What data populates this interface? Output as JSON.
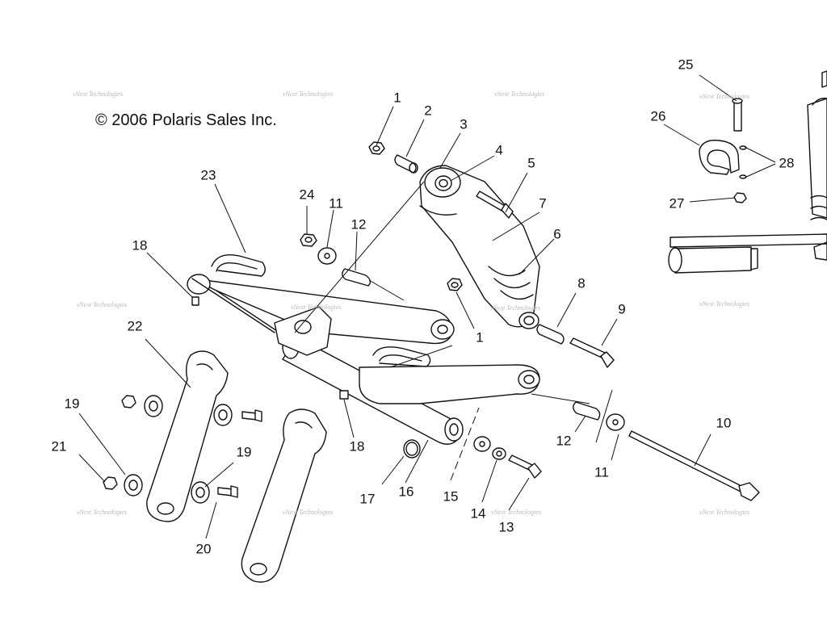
{
  "copyright": "© 2006 Polaris Sales Inc.",
  "watermark": "vNext Technologies",
  "callouts": [
    "1",
    "2",
    "3",
    "4",
    "5",
    "7",
    "6",
    "25",
    "26",
    "28",
    "27",
    "24",
    "11",
    "12",
    "23",
    "18",
    "1",
    "8",
    "9",
    "22",
    "19",
    "21",
    "19",
    "20",
    "18",
    "17",
    "16",
    "15",
    "14",
    "13",
    "12",
    "11",
    "10"
  ],
  "colors": {
    "line": "#111111",
    "watermark": "#b8b8b8",
    "background": "#ffffff"
  }
}
